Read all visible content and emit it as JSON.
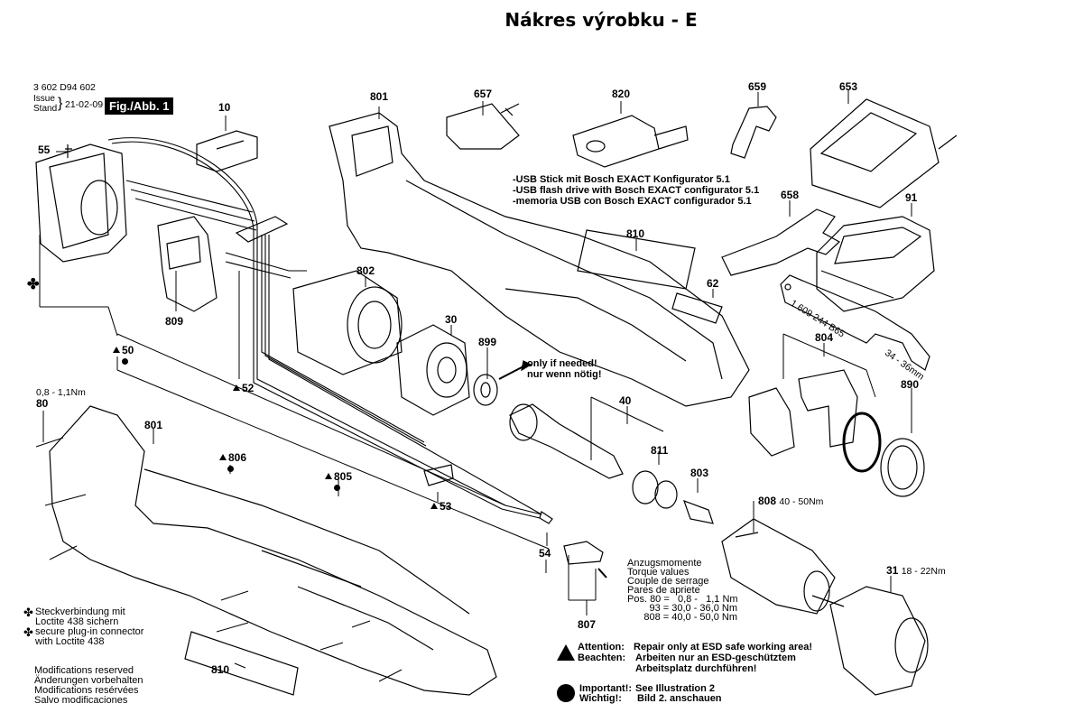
{
  "title": "Nákres výrobku - E",
  "header": {
    "part_number": "3 602 D94 602",
    "issue_label": "Issue",
    "stand_label": "Stand",
    "issue_date": "21-02-09",
    "figure_label": "Fig./Abb. 1"
  },
  "parts": {
    "p10": "10",
    "p55": "55",
    "p809": "809",
    "p50": "50",
    "p52": "52",
    "p801_top": "801",
    "p657": "657",
    "p820": "820",
    "p659": "659",
    "p653": "653",
    "p658": "658",
    "p91": "91",
    "p810_top": "810",
    "p62": "62",
    "p802": "802",
    "p30": "30",
    "p899": "899",
    "p804": "804",
    "p890": "890",
    "p40": "40",
    "p811": "811",
    "p803": "803",
    "p808": "808",
    "p31": "31",
    "p80": "80",
    "p801_bottom": "801",
    "p806": "806",
    "p805": "805",
    "p53": "53",
    "p54": "54",
    "p807": "807",
    "p810_bottom": "810"
  },
  "torque_notes": {
    "p80": "0,8 - 1,1Nm",
    "p808": "40 - 50Nm",
    "p31": "18 - 22Nm"
  },
  "wrench_text": "1 609 244 B65",
  "wrench_size": "34 - 36mm",
  "usb_note": [
    "-USB Stick mit Bosch EXACT Konfigurator 5.1",
    "-USB flash drive with Bosch EXACT configurator 5.1",
    "-memoria USB con Bosch EXACT configurador 5.1"
  ],
  "washer_note": [
    "only if needed!",
    "nur wenn nötig!"
  ],
  "torque_table": [
    "Anzugsmomente",
    "Torque values",
    "Couple de serrage",
    "Pares de apriete",
    "Pos. 80 =   0,8 -   1,1 Nm",
    "        93 = 30,0 - 36,0 Nm",
    "      808 = 40,0 - 50,0 Nm"
  ],
  "loctite_note": [
    "Steckverbindung mit",
    "Loctite 438 sichern",
    "secure plug-in connector",
    "with Loctite 438"
  ],
  "modifications": [
    "Modifications reserved",
    "Änderungen vorbehalten",
    "Modifications resérvées",
    "Salvo modificaciones"
  ],
  "esd_warning": {
    "attention_label": "Attention:",
    "attention_text": "Repair only at ESD safe working area!",
    "beachten_label": "Beachten:",
    "beachten_text_1": "Arbeiten nur an ESD-geschütztem",
    "beachten_text_2": "Arbeitsplatz durchführen!"
  },
  "important_note": {
    "important_label": "Important!:",
    "important_text": "See Illustration 2",
    "wichtig_label": "Wichtig!:",
    "wichtig_text": "Bild 2. anschauen"
  }
}
